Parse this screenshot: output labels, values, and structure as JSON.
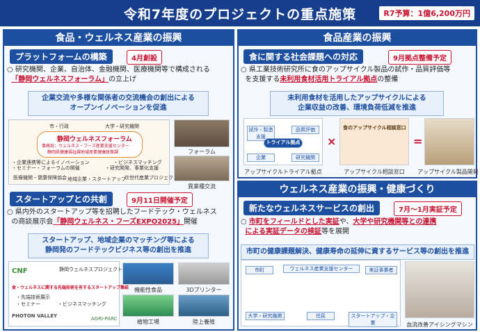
{
  "header": {
    "title": "令和7年度のプロジェクトの重点施策",
    "budget": "R7予算：1億6,200万円"
  },
  "left": {
    "head": "食品・ウェルネス産業の振興",
    "platform": {
      "title": "プラットフォームの構築",
      "badge": "4月創設",
      "text1": "○ 研究機関、企業、自治体、金融機関、医療機関等で構成される",
      "highlight": "「静岡ウェルネスフォーラム」",
      "text2": "の立上げ",
      "callout1": "企業交流や多様な関係者の交流機会の創出による",
      "callout2": "オープンイノベーションを促進",
      "diagram": {
        "n1": "市・行政",
        "n2": "大学・研究機関",
        "center_title": "静岡ウェルネスフォーラム",
        "center_sub1": "事務局：ウェルネス・フーズ産業支援センター",
        "center_sub2": "静岡県健康福祉課地域産業健康政策課",
        "l1": "・企業連携等によるイノベーション",
        "l2": "・セミナー・フォーラムの開催",
        "r1": "・ビジネスマッチング",
        "r2": "・研究開発、事業化支援",
        "b1": "医療機関・健康保険協会",
        "b2": "地域企業・スタートアップ",
        "b3": "次世代産業プロジェクト"
      },
      "photo1_caption": "フォーラム",
      "photo2_caption": "異業種交流"
    },
    "startup": {
      "title": "スタートアップとの共創",
      "badge": "9月11日開催予定",
      "text1": "○ 県内外のスタートアップ等を招聘したフードテック・ウェルネス",
      "text2a": "の商談展示会",
      "highlight": "「静岡ウェルネス・フーズEXPO2025」",
      "text2b": "開催",
      "callout1": "スタートアップ、地域企業のマッチング等による",
      "callout2": "静岡発のフードテックビジネス等の創出を推進",
      "diagram": {
        "logo1": "CNF",
        "logo2": "PHOTON VALLEY",
        "logo3": "AGRI-PARC",
        "banner": "食・ウェルネスに関する先端技術を有するスタートアップ集結",
        "n1": "静岡ウェルネスプロジェクト",
        "n2": "・先端技術展示",
        "n3": "・ビジネスマッチング",
        "n4": "・セミナー"
      },
      "c1": "機能性食品",
      "c2": "3Dプリンター",
      "c3": "植物工場",
      "c4": "陸上養殖"
    }
  },
  "right": {
    "head": "食品産業の振興",
    "social": {
      "title": "食に関する社会課題への対応",
      "badge": "9月拠点整備予定",
      "text1": "○ 県工業技術研究所に食のアップサイクル製品の試作・品質評価等",
      "text2a": "を支援する",
      "highlight": "未利用食材活用トライアル拠点",
      "text2b": "の整備",
      "callout1": "未利用食材を活用したアップサイクルによる",
      "callout2": "企業収益の改善、環境負荷低減を推進",
      "diagram": {
        "center": "トライアル拠点",
        "n1": "試作・製造支援",
        "n2": "品質評価",
        "n3": "企業",
        "n4": "研究機関"
      },
      "window_label": "食のアップサイクル相談窓口",
      "op1": "×",
      "op2": "=",
      "c1": "アップサイクルトライアル拠点",
      "c2": "アップサイクル相談窓口",
      "c3": "アップサイクル製品開発"
    },
    "wellness_head": "ウェルネス産業の振興・健康づくり",
    "service": {
      "title": "新たなウェルネスサービスの創出",
      "badge": "7月～1月実証予定",
      "text1a": "○ ",
      "hl1": "市町をフィールドとした実証",
      "text1b": "や、",
      "hl2": "大学や研究機関等との連携",
      "hl3": "による実証データの検証",
      "text2b": "等を展開",
      "callout": "市町の健康課題解決、健康寿命の延伸に資するサービス等の創出を推進",
      "diagram": {
        "n1": "市町",
        "n2": "ウェルネス産業支援センター",
        "n3": "実証事業者",
        "n4": "大学・研究機関",
        "n5": "住民",
        "n6": "スタートアップ・企業"
      },
      "photo_caption": "血流改善アイシングマシン"
    }
  }
}
